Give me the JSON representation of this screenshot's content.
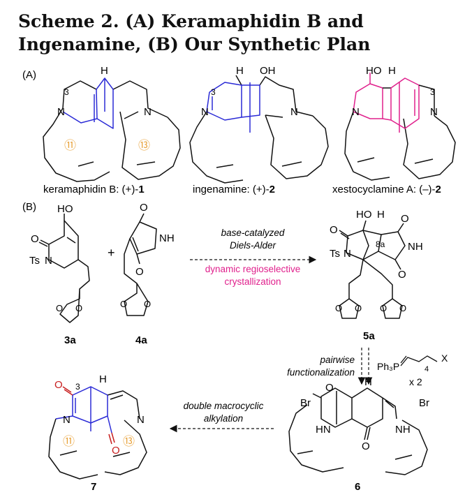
{
  "scheme": {
    "title": "Scheme 2. (A) Keramaphidin B and Ingenamine, (B) Our Synthetic Plan"
  },
  "panels": {
    "a_label": "(A)",
    "b_label": "(B)"
  },
  "compounds": {
    "keramaphidin_b": {
      "caption_text": "keramaphidin B: (+)-",
      "caption_num": "1",
      "h_label": "H",
      "n_label": "N",
      "c3_label": "3",
      "ring11": "⑪",
      "ring13": "⑬"
    },
    "ingenamine": {
      "caption_text": "ingenamine: (+)-",
      "caption_num": "2",
      "h_label": "H",
      "oh_label": "OH",
      "n_label": "N",
      "c3_label": "3"
    },
    "xestocyclamine_a": {
      "caption_text": "xestocyclamine A: (–)-",
      "caption_num": "2",
      "h_label": "H",
      "ho_label": "HO",
      "n_label": "N",
      "c3_label": "3"
    },
    "c3a": {
      "label": "3a",
      "ho": "HO",
      "o": "O",
      "ts": "Ts",
      "n": "N"
    },
    "c4a": {
      "label": "4a",
      "o": "O",
      "nh": "NH"
    },
    "c5a": {
      "label": "5a",
      "ho": "HO",
      "h": "H",
      "o": "O",
      "ts": "Ts",
      "n": "N",
      "nh": "NH",
      "c8a": "8a"
    },
    "c6": {
      "label": "6",
      "br": "Br",
      "hn": "HN",
      "nh": "NH",
      "h": "H",
      "o": "O"
    },
    "c7": {
      "label": "7",
      "o": "O",
      "n": "N",
      "h": "H",
      "c3": "3",
      "ring11": "⑪",
      "ring13": "⑬"
    }
  },
  "plus": "+",
  "arrows": {
    "diels_alder": {
      "line1": "base-catalyzed",
      "line2": "Diels-Alder",
      "note1": "dynamic regioselective",
      "note2": "crystallization"
    },
    "pairwise": {
      "line1": "pairwise",
      "line2": "functionalization",
      "reagent": "Ph₃P",
      "sub": "4",
      "x": "X",
      "mult": "x 2"
    },
    "macrocyclic": {
      "line1": "double macrocyclic",
      "line2": "alkylation"
    }
  },
  "colors": {
    "blue": "#2a2ad6",
    "magenta": "#e0208c",
    "red": "#c81e1e",
    "orange": "#e8a23a",
    "black": "#111111"
  }
}
